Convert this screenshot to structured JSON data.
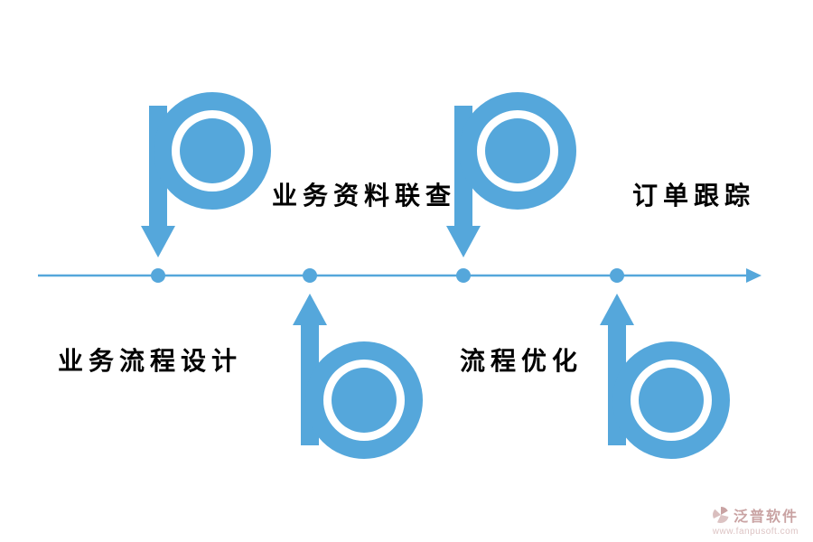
{
  "diagram": {
    "accent_color": "#55a7db",
    "items": [
      {
        "label": "业务资料联查",
        "side": "top"
      },
      {
        "label": "订单跟踪",
        "side": "top"
      },
      {
        "label": "业务流程设计",
        "side": "bottom"
      },
      {
        "label": "流程优化",
        "side": "bottom"
      }
    ]
  },
  "watermark": {
    "brand": "泛普软件",
    "url": "www.fanpusoft.com",
    "color": "#c9a3a3",
    "url_color": "#dcc3c3"
  }
}
